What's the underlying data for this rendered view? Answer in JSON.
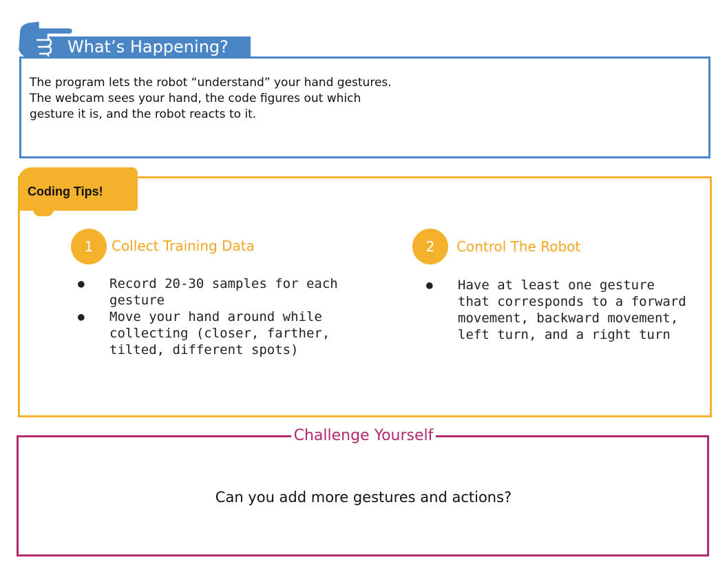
{
  "whats_happening": {
    "title": "What’s Happening?",
    "body": "The program lets the robot “understand” your hand gestures. The webcam sees your hand, the code figures out which gesture it is, and the robot reacts to it."
  },
  "coding_tips": {
    "title": "Coding Tips!",
    "steps": [
      {
        "number": "1",
        "title": "Collect Training Data",
        "bullets": [
          "Record 20-30 samples for each gesture",
          "Move your hand around while collecting (closer, farther, tilted, different spots)"
        ]
      },
      {
        "number": "2",
        "title": "Control The Robot",
        "bullets": [
          "Have at least one gesture that corresponds to a forward movement, backward movement, left turn, and a right turn"
        ]
      }
    ]
  },
  "challenge": {
    "title": "Challenge Yourself",
    "body": "Can you add more gestures and actions?"
  },
  "colors": {
    "blue": "#4a86c5",
    "yellow": "#f4b12b",
    "magenta": "#b3286e"
  },
  "icons": [
    "pointing-hand-icon"
  ]
}
